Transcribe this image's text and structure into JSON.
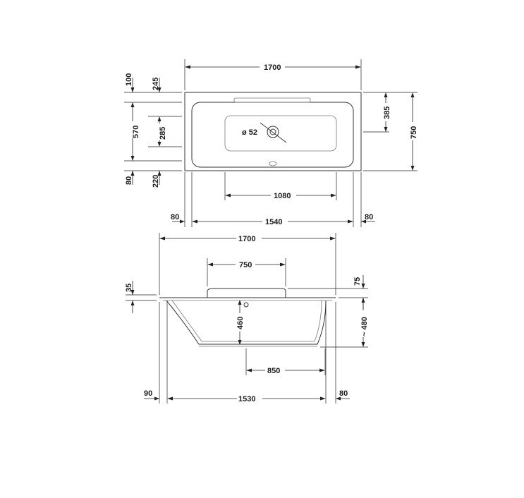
{
  "top_view": {
    "width_total": "1700",
    "depth_total": "750",
    "left_margin_top": "100",
    "left_margin_headrest": "245",
    "inner_depth": "570",
    "drain_area_depth": "285",
    "left_margin_bottom": "80",
    "right_margin_bottom": "220",
    "drain_offset": "385",
    "drain_diameter": "ø 52",
    "inner_width_bottom": "1080",
    "inner_width_full": "1540",
    "edge_left": "80",
    "edge_right": "80"
  },
  "side_view": {
    "width_total": "1700",
    "headrest_width": "750",
    "rim_thickness": "35",
    "headrest_height": "75",
    "basin_depth": "460",
    "total_depth": "~ 480",
    "bottom_length": "850",
    "base_length": "1530",
    "offset_left": "90",
    "offset_right": "80"
  }
}
